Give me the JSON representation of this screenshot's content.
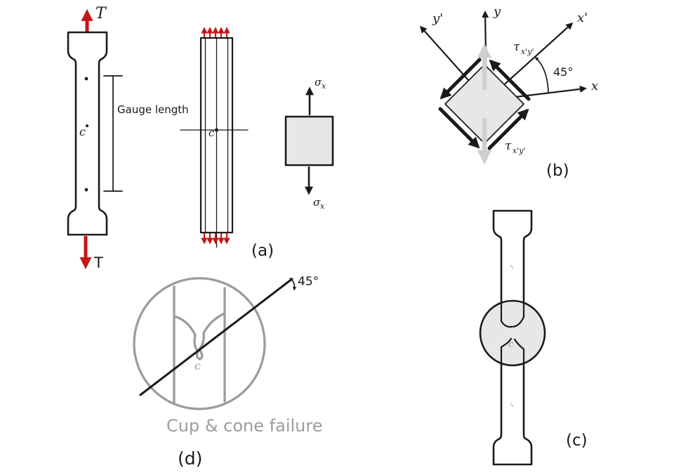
{
  "figure_labels": {
    "panel_a": "(a)",
    "panel_b": "(b)",
    "panel_c": "(c)",
    "panel_d": "(d)"
  },
  "specimen": {
    "load_top": "T",
    "load_bottom": "T",
    "gauge_length": "Gauge length",
    "centroid": "c"
  },
  "axial_bar": {
    "centroid": "c"
  },
  "stress_element": {
    "sigma": "σ",
    "sigma_sub": "x"
  },
  "rotated_element": {
    "axis_x": "x",
    "axis_y": "y",
    "axis_x_prime": "x'",
    "axis_y_prime": "y'",
    "tau": "τ",
    "tau_sub": "x'y'",
    "angle": "45°"
  },
  "fractured_specimen": {
    "centroid": "c"
  },
  "cup_cone": {
    "caption": "Cup & cone failure",
    "angle": "45°",
    "centroid": "c"
  },
  "colors": {
    "ink": "#1a1a1a",
    "arrow_red": "#c81515",
    "fill_gray": "#e7e7e7",
    "sketch_gray": "#9c9c9c",
    "faint_gray": "#cfcfcf"
  }
}
